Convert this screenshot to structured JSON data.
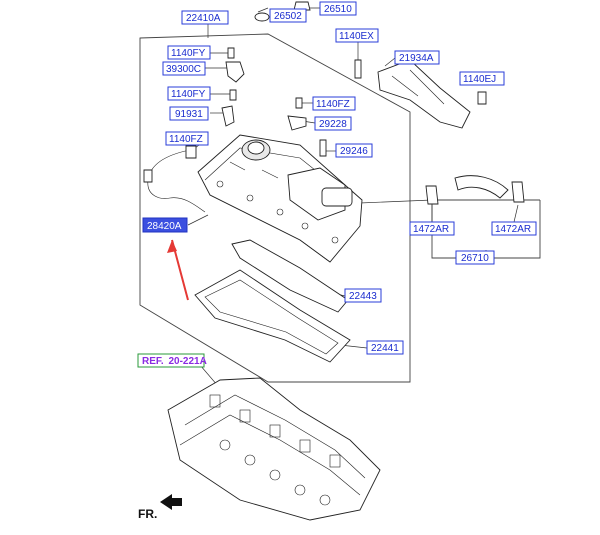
{
  "diagram": {
    "callouts": [
      {
        "id": "c22410A",
        "text": "22410A",
        "selected": false
      },
      {
        "id": "c26502",
        "text": "26502",
        "selected": false
      },
      {
        "id": "c26510",
        "text": "26510",
        "selected": false
      },
      {
        "id": "c1140FY1",
        "text": "1140FY",
        "selected": false
      },
      {
        "id": "c39300C",
        "text": "39300C",
        "selected": false
      },
      {
        "id": "c1140FY2",
        "text": "1140FY",
        "selected": false
      },
      {
        "id": "c91931",
        "text": "91931",
        "selected": false
      },
      {
        "id": "c1140FZ1",
        "text": "1140FZ",
        "selected": false
      },
      {
        "id": "c29228",
        "text": "29228",
        "selected": false
      },
      {
        "id": "c1140FZ2",
        "text": "1140FZ",
        "selected": false
      },
      {
        "id": "c29246",
        "text": "29246",
        "selected": false
      },
      {
        "id": "c1140EX",
        "text": "1140EX",
        "selected": false
      },
      {
        "id": "c21934A",
        "text": "21934A",
        "selected": false
      },
      {
        "id": "c1140EJ",
        "text": "1140EJ",
        "selected": false
      },
      {
        "id": "c28420A",
        "text": "28420A",
        "selected": true
      },
      {
        "id": "c1472AR1",
        "text": "1472AR",
        "selected": false
      },
      {
        "id": "c1472AR2",
        "text": "1472AR",
        "selected": false
      },
      {
        "id": "c26710",
        "text": "26710",
        "selected": false
      },
      {
        "id": "c22443",
        "text": "22443",
        "selected": false
      },
      {
        "id": "c22441",
        "text": "22441",
        "selected": false
      }
    ],
    "reference": {
      "prefix": "REF.",
      "code": "20-221A"
    },
    "direction_label": "FR.",
    "colors": {
      "callout_border": "#2a3cd8",
      "callout_text": "#1a2ccf",
      "selected_fill": "#3b4fe0",
      "reference_border": "#2a9a3a",
      "reference_text": "#8a2be2",
      "arrow": "#e53935"
    }
  }
}
